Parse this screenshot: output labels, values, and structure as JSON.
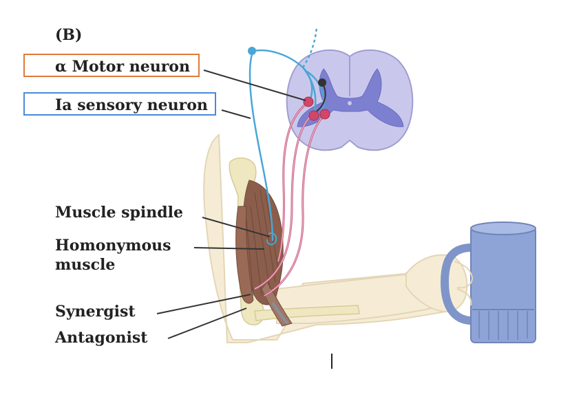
{
  "panel_label": "(B)",
  "labels": {
    "alpha_motor_neuron": "α Motor neuron",
    "ia_sensory_neuron": "Ia sensory neuron",
    "muscle_spindle": "Muscle spindle",
    "homonymous_muscle": [
      "Homonymous",
      "muscle"
    ],
    "synergist": "Synergist",
    "antagonist": "Antagonist"
  },
  "colors": {
    "sensory_fiber": "#4aa6d6",
    "motor_fiber": "#c95a7e",
    "spinal_white_matter": "#c9c8ec",
    "spinal_gray_matter": "#7d7fd0",
    "skin": "#f6ecd6",
    "muscle": "#8b5e4c",
    "bone": "#efe7bf",
    "mug": "#8ea4d6",
    "highlight_box_motor": "#e07b3a",
    "highlight_box_sensory": "#4a8ad6"
  }
}
